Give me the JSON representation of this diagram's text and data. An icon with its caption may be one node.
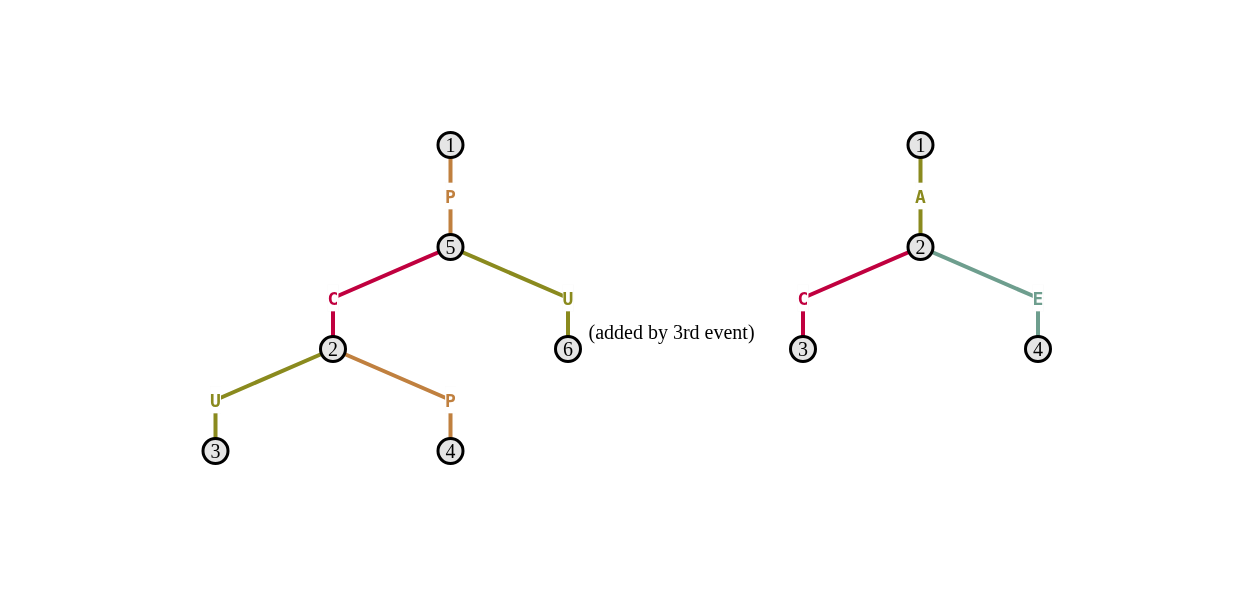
{
  "diagram": {
    "nodes": [
      {
        "text": [
          "1"
        ]
      },
      {
        "text": [
          "5"
        ]
      },
      {
        "text": [
          "2"
        ]
      },
      {
        "text": [
          "6"
        ],
        "beside": [
          "(added by 3rd event)"
        ]
      },
      {
        "text": [
          "3"
        ]
      },
      {
        "text": [
          "4"
        ]
      },
      {
        "text": [
          "1"
        ]
      },
      {
        "text": [
          "2"
        ]
      },
      {
        "text": [
          "3"
        ]
      },
      {
        "text": [
          "4"
        ]
      }
    ],
    "edges": [
      {
        "from": 0,
        "to": 1,
        "arrow": "none",
        "label": "P",
        "color": "#c0803f"
      },
      {
        "from": 1,
        "to": 2,
        "arrow": "none",
        "label": "C",
        "color": "#c0003f"
      },
      {
        "from": 1,
        "to": 3,
        "arrow": "none",
        "label": "U",
        "color": "#8a8a1e"
      },
      {
        "from": 2,
        "to": 4,
        "arrow": "none",
        "label": "U",
        "color": "#8a8a1e"
      },
      {
        "from": 2,
        "to": 5,
        "arrow": "none",
        "label": "P",
        "color": "#c0803f"
      },
      {
        "from": 6,
        "to": 7,
        "arrow": "none",
        "label": "A",
        "color": "#8a8a1e"
      },
      {
        "from": 7,
        "to": 8,
        "arrow": "none",
        "label": "C",
        "color": "#c0003f"
      },
      {
        "from": 7,
        "to": 9,
        "arrow": "none",
        "label": "E",
        "color": "#6e9e8e"
      }
    ]
  }
}
